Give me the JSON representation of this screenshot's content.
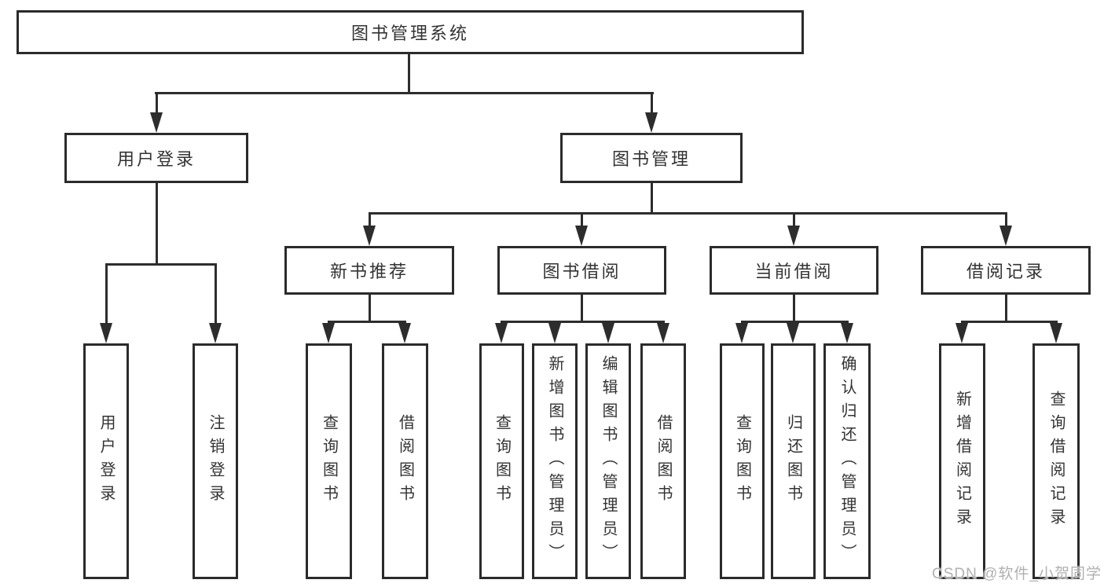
{
  "diagram": {
    "type": "hierarchy-diagram",
    "language": "zh-CN",
    "colors": {
      "line": "#2d2d2d",
      "border": "#2b2b2b",
      "text": "#333333",
      "background": "#ffffff",
      "watermark_text": "#b0b0b0"
    },
    "watermark": {
      "text": "CSDN @软件_小贺同学"
    },
    "tree": {
      "root": {
        "label": "图书管理系统"
      },
      "branches": [
        {
          "label": "用户登录",
          "leaves": [
            {
              "label": "用户登录"
            },
            {
              "label": "注销登录"
            }
          ]
        },
        {
          "label": "图书管理",
          "groups": [
            {
              "label": "新书推荐",
              "leaves": [
                {
                  "label": "查询图书"
                },
                {
                  "label": "借阅图书"
                }
              ]
            },
            {
              "label": "图书借阅",
              "leaves": [
                {
                  "label": "查询图书"
                },
                {
                  "label": "新增图书（管理员）"
                },
                {
                  "label": "编辑图书（管理员）"
                },
                {
                  "label": "借阅图书"
                }
              ]
            },
            {
              "label": "当前借阅",
              "leaves": [
                {
                  "label": "查询图书"
                },
                {
                  "label": "归还图书"
                },
                {
                  "label": "确认归还（管理员）"
                }
              ]
            },
            {
              "label": "借阅记录",
              "leaves": [
                {
                  "label": "新增借阅记录"
                },
                {
                  "label": "查询借阅记录"
                }
              ]
            }
          ]
        }
      ]
    }
  }
}
